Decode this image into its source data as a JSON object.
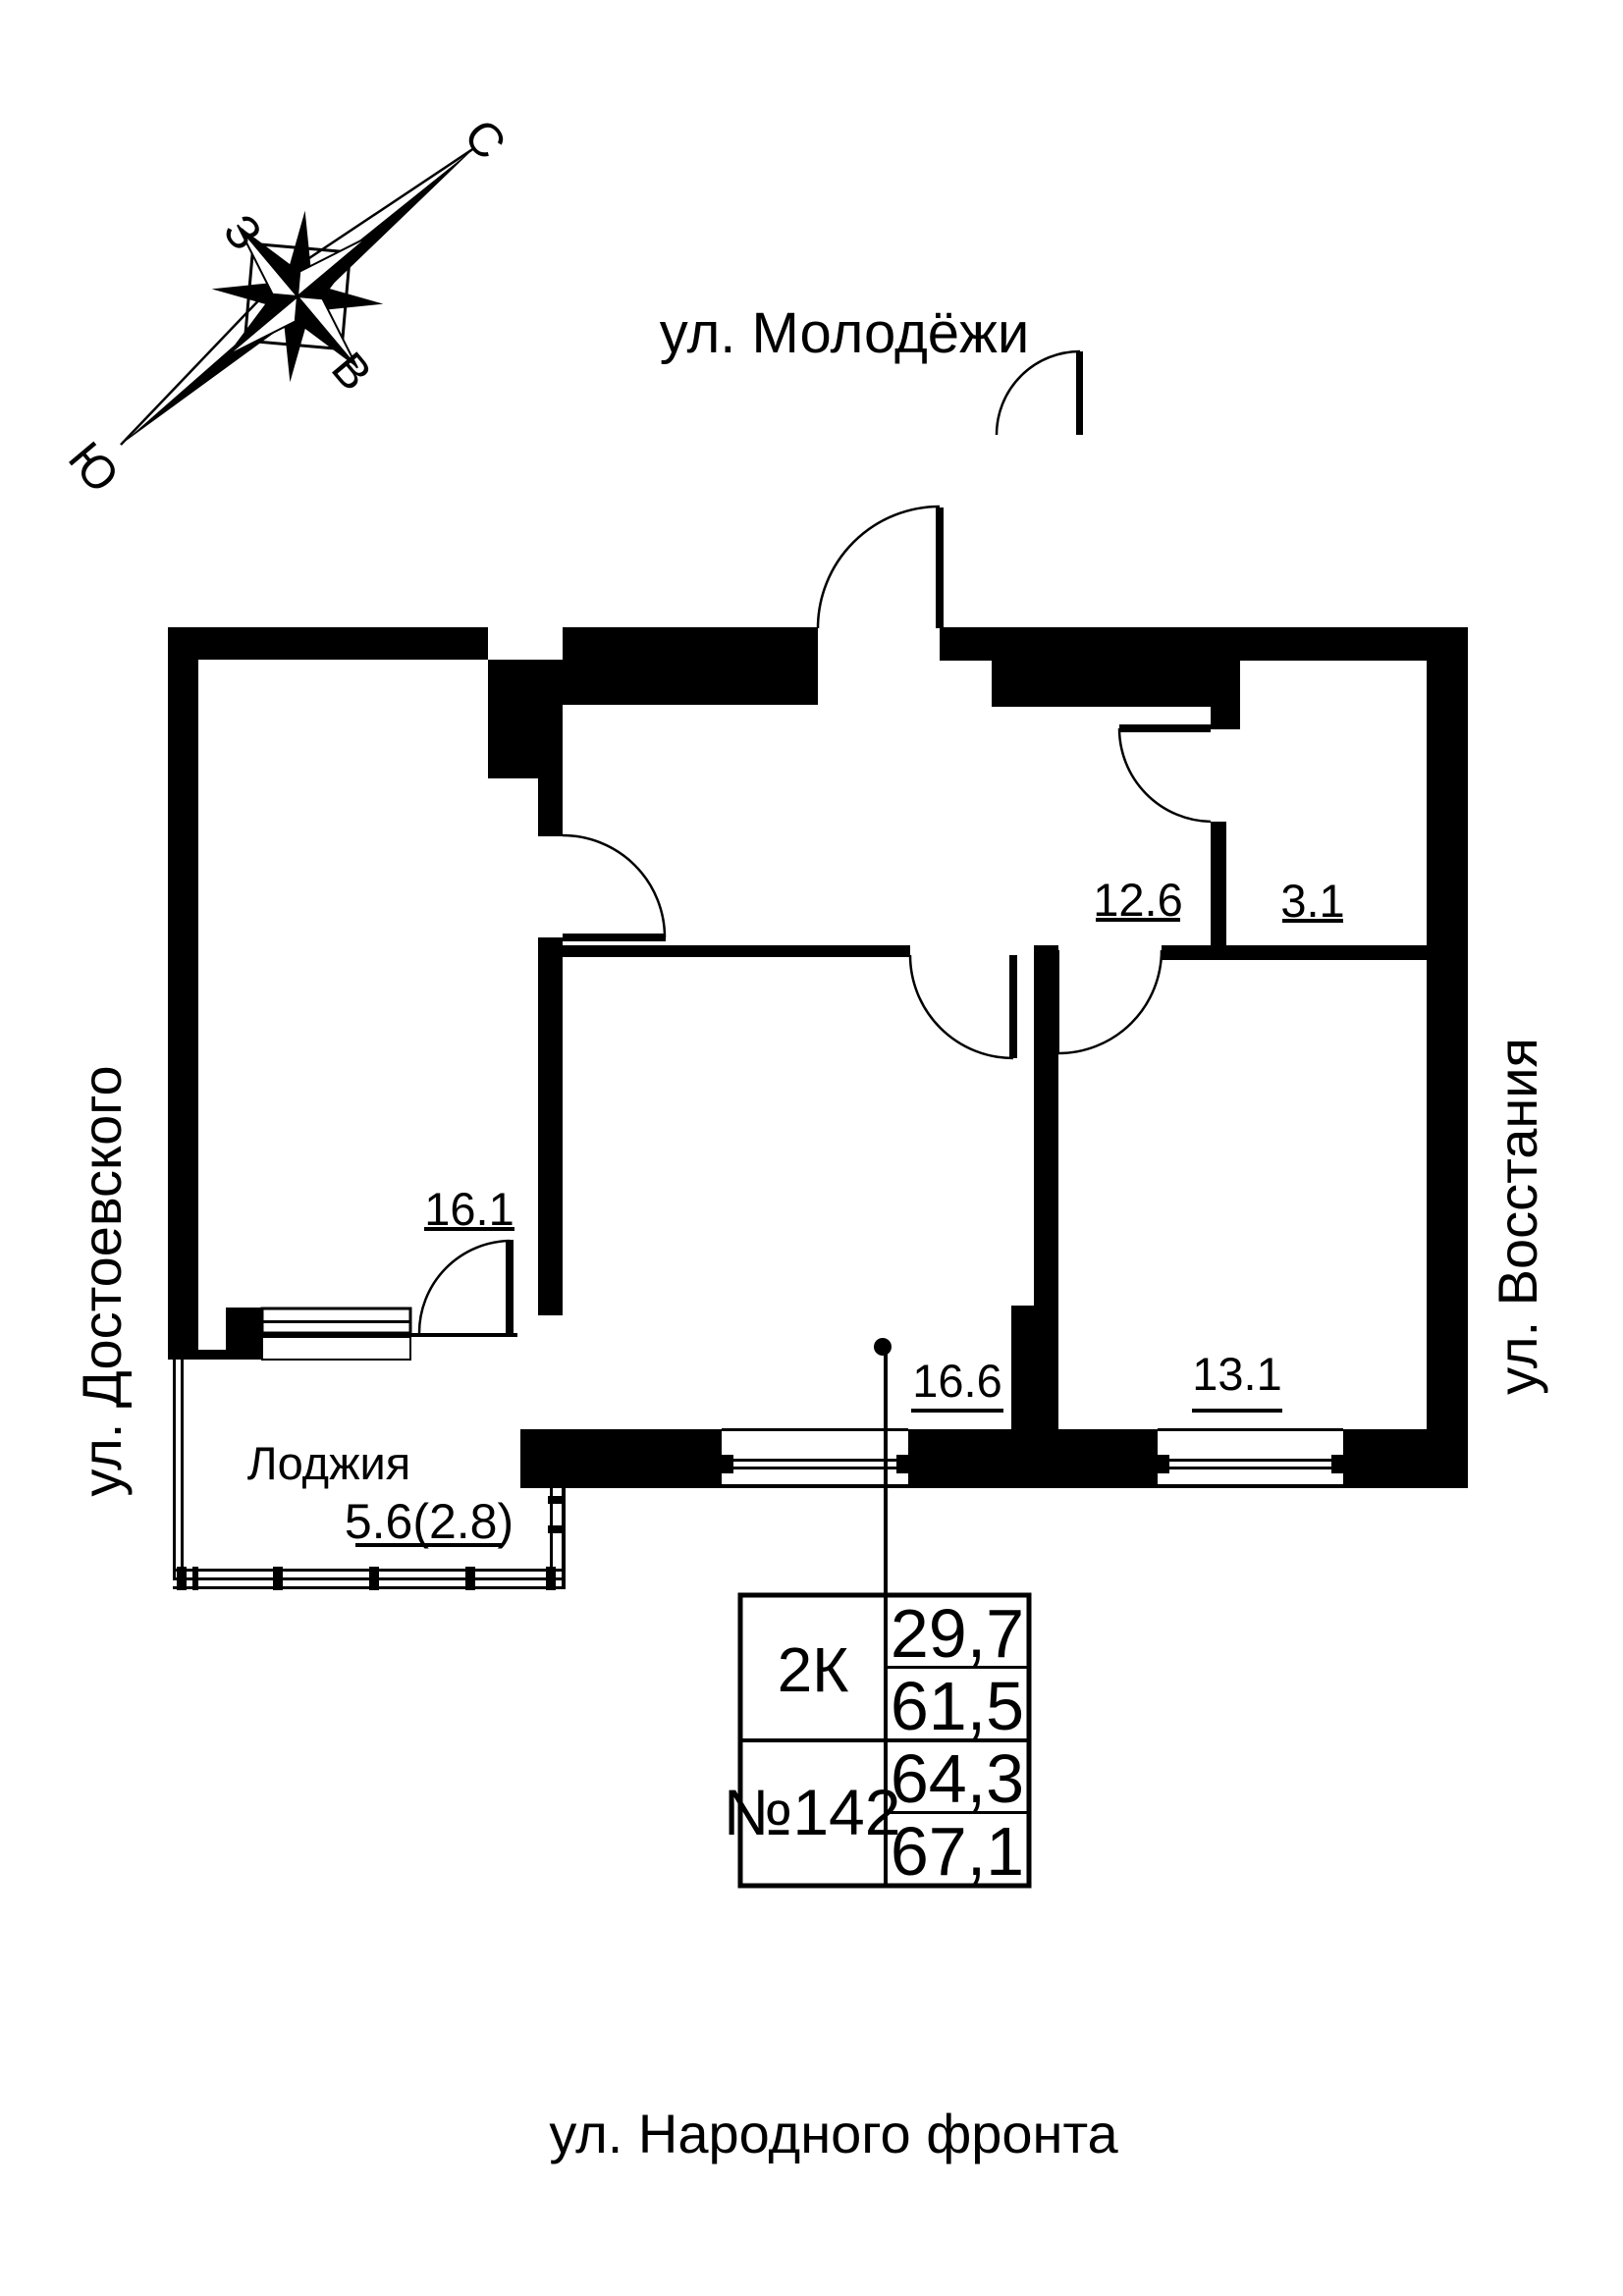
{
  "compass": {
    "north": "С",
    "south": "Ю",
    "west": "З",
    "east": "В"
  },
  "streets": {
    "top": "ул. Молодёжи",
    "left": "ул. Достоевского",
    "right": "ул. Восстания",
    "bottom": "ул. Народного фронта"
  },
  "rooms": {
    "hallway": {
      "area": "12.6"
    },
    "bathroom": {
      "area": "3.1"
    },
    "living_room": {
      "area": "16.1"
    },
    "kitchen_living": {
      "area": "16.6"
    },
    "bedroom": {
      "area": "13.1"
    }
  },
  "loggia": {
    "name": "Лоджия",
    "area": "5.6(2.8)"
  },
  "info_table": {
    "apartment_type": "2К",
    "apartment_number": "№142",
    "living_area": "29,7",
    "area_without_loggia": "61,5",
    "area_with_coefficient": "64,3",
    "total_area": "67,1"
  },
  "colors": {
    "ink": "#000000",
    "background": "#ffffff"
  }
}
